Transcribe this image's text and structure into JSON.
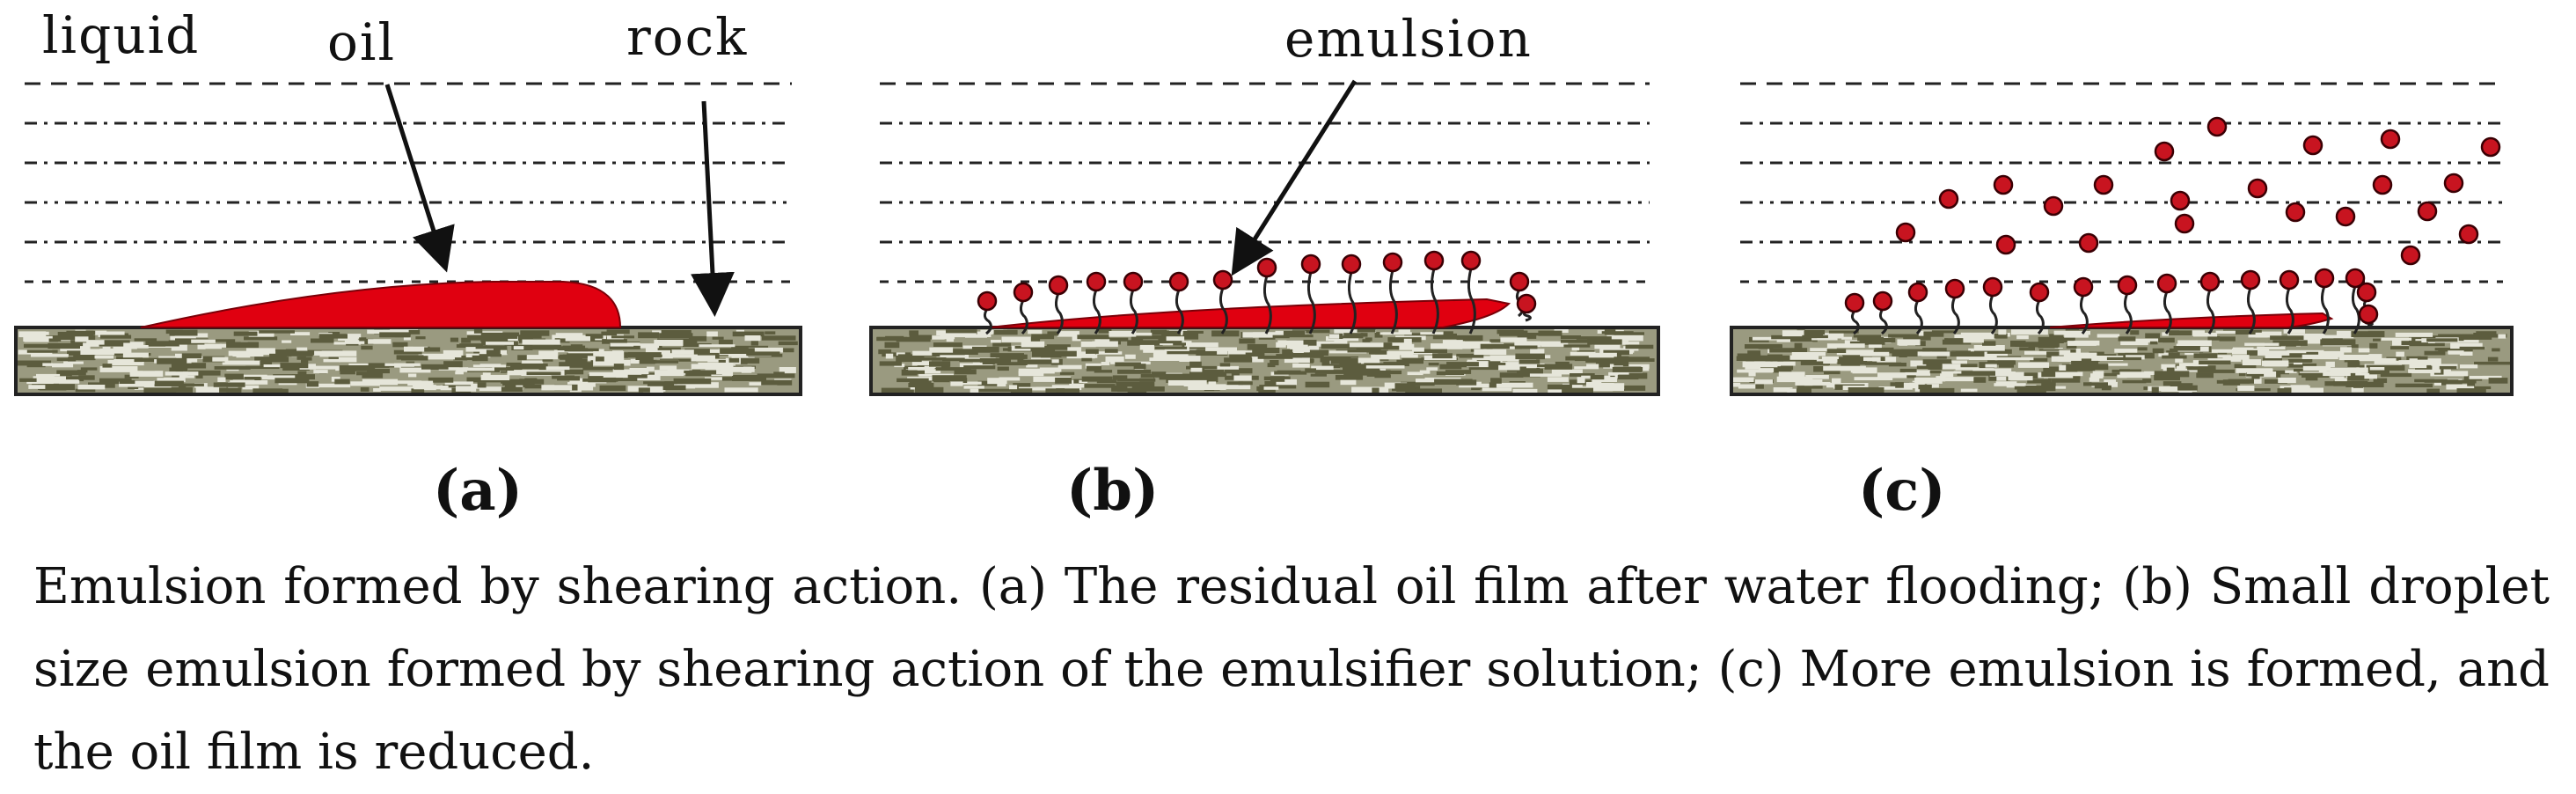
{
  "labels": {
    "liquid": "liquid",
    "oil": "oil",
    "rock": "rock",
    "emulsion": "emulsion"
  },
  "panels": [
    {
      "id": "a",
      "label": "(a)"
    },
    {
      "id": "b",
      "label": "(b)"
    },
    {
      "id": "c",
      "label": "(c)"
    }
  ],
  "caption": "Emulsion formed by shearing action. (a) The residual oil film after water flooding; (b) Small droplet size emulsion formed by shearing action of the emulsifier solution; (c) More emulsion is formed, and the oil film is reduced.",
  "colors": {
    "oil": "#e00010",
    "droplet": "#c81420",
    "rock_base": "#9a9a80",
    "rock_dark": "#5c5c3e",
    "rock_light": "#e6e6da",
    "line": "#222222"
  }
}
